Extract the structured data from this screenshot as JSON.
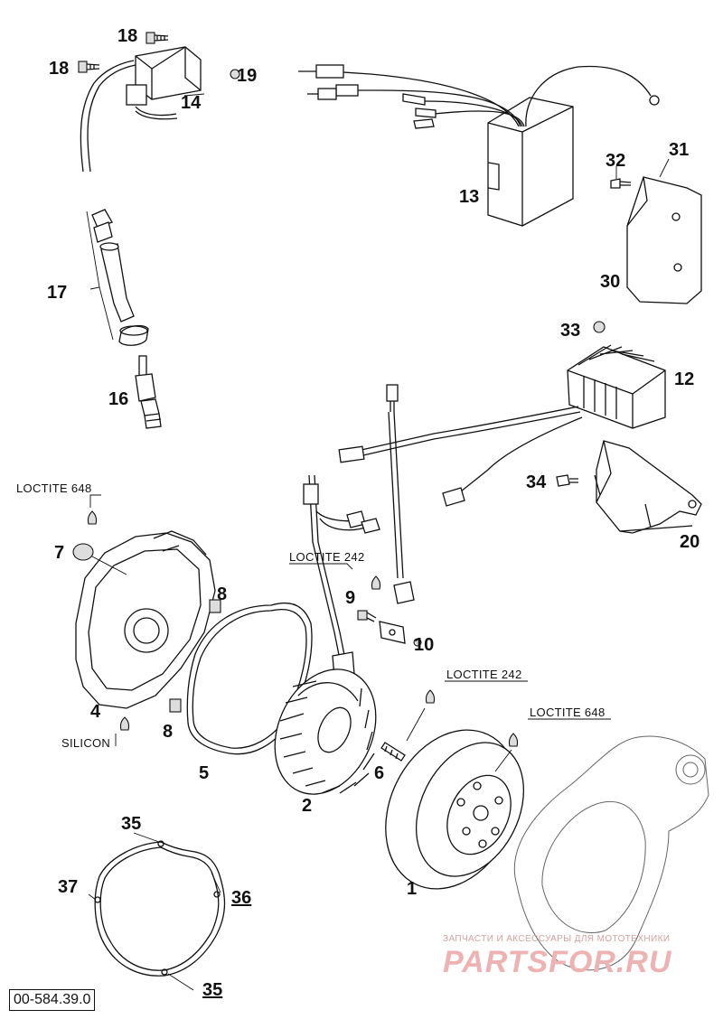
{
  "diagram": {
    "document_id": "00-584.39.0",
    "watermark": {
      "tagline": "ЗАПЧАСТИ И АКСЕССУАРЫ ДЛЯ МОТОТЕХНИКИ",
      "brand": "PARTSFOR.RU"
    },
    "notes": {
      "loctite_648_a": "LOCTITE 648",
      "loctite_242_a": "LOCTITE 242",
      "loctite_242_b": "LOCTITE 242",
      "loctite_648_b": "LOCTITE 648",
      "silicon": "SILICON"
    },
    "parts": {
      "p1": "1",
      "p2": "2",
      "p4": "4",
      "p5": "5",
      "p6": "6",
      "p7": "7",
      "p8a": "8",
      "p8b": "8",
      "p9": "9",
      "p10": "10",
      "p12": "12",
      "p13": "13",
      "p14": "14",
      "p16": "16",
      "p17": "17",
      "p18a": "18",
      "p18b": "18",
      "p19": "19",
      "p20": "20",
      "p30": "30",
      "p31": "31",
      "p32": "32",
      "p33": "33",
      "p34": "34",
      "p35a": "35",
      "p35b": "35",
      "p36": "36",
      "p37": "37"
    }
  }
}
